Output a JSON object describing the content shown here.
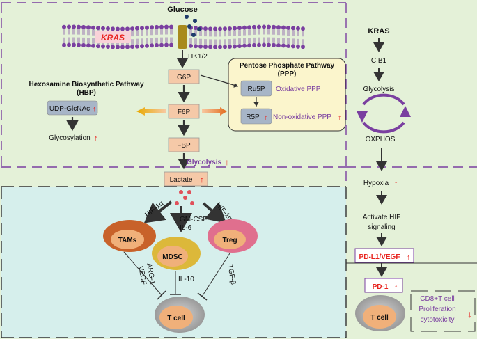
{
  "membrane": {
    "top_label": "Glucose",
    "kras_label": "KRAS",
    "transporter_label": "HK1/2"
  },
  "glycolysis": {
    "g6p": "G6P",
    "f6p": "F6P",
    "fbp": "FBP",
    "glycolysis_label": "Glycolysis",
    "lactate": "Lactate"
  },
  "ppp": {
    "title_line1": "Pentose Phosphate Pathway",
    "title_line2": "(PPP)",
    "ru5p": "Ru5P",
    "oxidative": "Oxidative PPP",
    "r5p": "R5P",
    "non_oxidative": "Non-oxidative PPP"
  },
  "hbp": {
    "title_line1": "Hexosamine Biosynthetic Pathway",
    "title_line2": "(HBP)",
    "udp": "UDP-GlcNAc",
    "glycosylation": "Glycosylation"
  },
  "immune": {
    "hif_left": "HIF-1α",
    "hif_right": "HIF-1α",
    "gmcsf": "GM-CSF",
    "il6": "IL-6",
    "tams": "TAMs",
    "mdsc": "MDSC",
    "treg": "Treg",
    "arg1": "ARG-1",
    "vegf": "VEGF",
    "il10": "IL-10",
    "tgfb": "TGF-β",
    "tcell": "T cell"
  },
  "right_panel": {
    "kras": "KRAS",
    "cib1": "CIB1",
    "glycolysis": "Glycolysis",
    "oxphos": "OXPHOS",
    "hypoxia": "Hypoxia",
    "activate_line1": "Activate HIF",
    "activate_line2": "signaling",
    "pdl1": "PD-L1/VEGF",
    "pd1": "PD-1",
    "tcell": "T cell",
    "cd8_line1": "CD8+T cell",
    "cd8_line2": "Proliferation",
    "cd8_line3": "cytotoxicity"
  },
  "colors": {
    "green_bg": "#e4f1d8",
    "teal_bg": "#d6efec",
    "up_arrow": "#e8241f",
    "purple": "#7a3fa0",
    "node_fill": "#f5c9a8",
    "ppp_fill": "#fbf5cc"
  }
}
